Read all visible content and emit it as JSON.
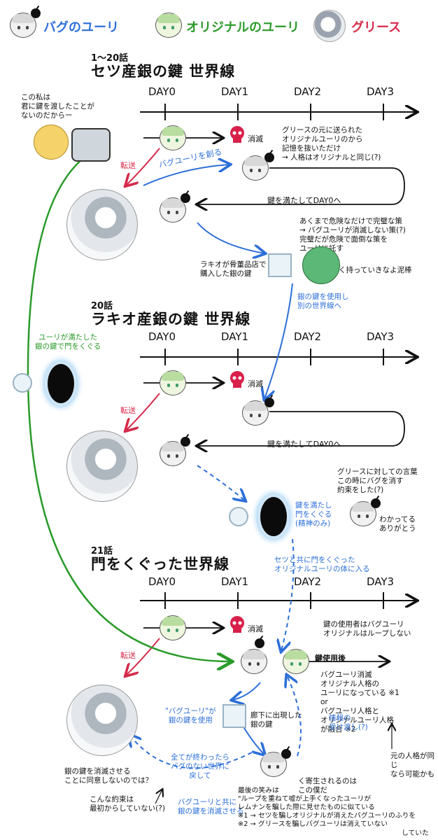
{
  "legend": {
    "bug": "バグのユーリ",
    "original": "オリジナルのユーリ",
    "grease": "グリース"
  },
  "days": [
    "DAY0",
    "DAY1",
    "DAY2",
    "DAY3"
  ],
  "sections": [
    {
      "episode": "1〜20話",
      "title": "セツ産銀の鍵 世界線"
    },
    {
      "episode": "20話",
      "title": "ラキオ産銀の鍵 世界線"
    },
    {
      "episode": "21話",
      "title": "門をくぐった世界線"
    }
  ],
  "texts": {
    "setsu_quote": "この私は\n君に鍵を渡したことが\nないのだからー",
    "vanish": "消滅",
    "transfer": "転送",
    "make_bug": "バグユーリを創る",
    "sent_to_grease": "グリースの元に送られた\nオリジナルユーリのから\n記憶を抜いただけ\n→ 人格はオリジナルと同じ(?)",
    "satisfy_day0": "鍵を満たしてDAY0へ",
    "perfect_plan": "あくまで危険なだけで完璧な策\n→ バグユーリが消滅しない策(?)\n完璧だが危険で面倒な策を\nユーリに託す",
    "thief": "く持っていきなよ泥棒",
    "rakio_bought": "ラキオが骨董品店で\n購入した銀の鍵",
    "use_key": "銀の鍵を使用し\n別の世界線へ",
    "yuri_gate": "ユーリが満たした\n銀の鍵で門をくぐる",
    "promise_q": "グリースに対しての言葉\nこの時にバグを消す\n約束をした(?)",
    "wakatteru": "わかってる\nありがとう",
    "gate_spirit": "鍵を満たし\n門をくぐる\n(精神のみ)",
    "setsu_gate": "セツと共に門をくぐった\nオリジナルユーリの体に入る",
    "key_user": "鍵の使用者はバグユーリ\nオリジナルはループしない",
    "after_key": "鍵使用後",
    "bug_vanish": "バグユーリ消滅\nオリジナル人格の\nユーリになっている ※1\nor\nバグユーリ人格と\nオリジナルユーリ人格\nが融合 ※2",
    "same_persona": "元の人格が同じ\nなら可能かも",
    "info_pass": "情報の\n受け渡し(?)",
    "bug_used_key": "\"バグユーリ\"が\n銀の鍵を使用",
    "hall_key": "廊下に出現した\n銀の鍵",
    "parasite": "く寄生されるのは\nこの僕だ",
    "after_all": "全てが終わったら\nバグのない世界に\n戻して",
    "bug_key_vanish": "バグユーリと共に\n銀の鍵を消滅させる",
    "consent_q": "銀の鍵を消滅させる\nことに同意しないのでは？",
    "no_promise": "こんな約束は\n最初からしていない(?)",
    "final_joke": "最後の笑みは\n\"ループを重ねて嘘が上手くなったユーリが\nレムナンを騙した際に見せたものに似ている\n※1 → セツを騙しオリジナルが消えたバグユーリのふりを\n※2 → グリースを騙しバグユーリは消えていない",
    "was_doing": "していた"
  },
  "colors": {
    "red": "#d62a4a",
    "blue": "#2d6fd8",
    "green": "#2a9a2a",
    "skull": "#d8204a"
  }
}
